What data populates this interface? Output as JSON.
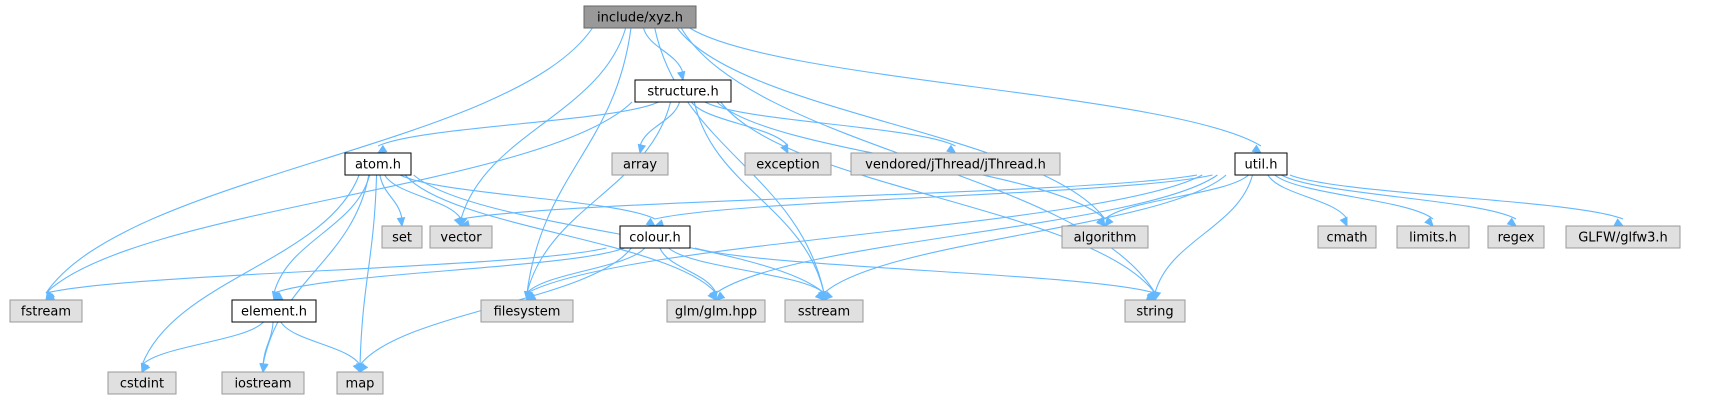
{
  "colors": {
    "root_fill": "#999999",
    "root_stroke": "#666666",
    "header_fill": "#ffffff",
    "header_stroke": "#000000",
    "system_fill": "#e0e0e0",
    "system_stroke": "#999999",
    "edge": "#63b8ff"
  },
  "nodes": [
    {
      "id": "xyz",
      "label": "include/xyz.h",
      "kind": "root"
    },
    {
      "id": "structure",
      "label": "structure.h",
      "kind": "header"
    },
    {
      "id": "util",
      "label": "util.h",
      "kind": "header"
    },
    {
      "id": "atom",
      "label": "atom.h",
      "kind": "header"
    },
    {
      "id": "colour",
      "label": "colour.h",
      "kind": "header"
    },
    {
      "id": "element",
      "label": "element.h",
      "kind": "header"
    },
    {
      "id": "array",
      "label": "array",
      "kind": "system"
    },
    {
      "id": "exception",
      "label": "exception",
      "kind": "system"
    },
    {
      "id": "jthread",
      "label": "vendored/jThread/jThread.h",
      "kind": "system"
    },
    {
      "id": "set",
      "label": "set",
      "kind": "system"
    },
    {
      "id": "vector",
      "label": "vector",
      "kind": "system"
    },
    {
      "id": "algorithm",
      "label": "algorithm",
      "kind": "system"
    },
    {
      "id": "cmath",
      "label": "cmath",
      "kind": "system"
    },
    {
      "id": "limits",
      "label": "limits.h",
      "kind": "system"
    },
    {
      "id": "regex",
      "label": "regex",
      "kind": "system"
    },
    {
      "id": "glfw",
      "label": "GLFW/glfw3.h",
      "kind": "system"
    },
    {
      "id": "fstream",
      "label": "fstream",
      "kind": "system"
    },
    {
      "id": "filesystem",
      "label": "filesystem",
      "kind": "system"
    },
    {
      "id": "glm",
      "label": "glm/glm.hpp",
      "kind": "system"
    },
    {
      "id": "sstream",
      "label": "sstream",
      "kind": "system"
    },
    {
      "id": "string",
      "label": "string",
      "kind": "system"
    },
    {
      "id": "cstdint",
      "label": "cstdint",
      "kind": "system"
    },
    {
      "id": "iostream",
      "label": "iostream",
      "kind": "system"
    },
    {
      "id": "map",
      "label": "map",
      "kind": "system"
    }
  ],
  "edges": [
    [
      "xyz",
      "structure"
    ],
    [
      "xyz",
      "util"
    ],
    [
      "xyz",
      "vector"
    ],
    [
      "xyz",
      "algorithm"
    ],
    [
      "xyz",
      "fstream"
    ],
    [
      "xyz",
      "filesystem"
    ],
    [
      "xyz",
      "sstream"
    ],
    [
      "xyz",
      "string"
    ],
    [
      "structure",
      "atom"
    ],
    [
      "structure",
      "array"
    ],
    [
      "structure",
      "exception"
    ],
    [
      "structure",
      "jthread"
    ],
    [
      "structure",
      "fstream"
    ],
    [
      "structure",
      "filesystem"
    ],
    [
      "structure",
      "sstream"
    ],
    [
      "structure",
      "string"
    ],
    [
      "structure",
      "algorithm"
    ],
    [
      "atom",
      "set"
    ],
    [
      "atom",
      "vector"
    ],
    [
      "atom",
      "colour"
    ],
    [
      "atom",
      "element"
    ],
    [
      "atom",
      "cstdint"
    ],
    [
      "atom",
      "iostream"
    ],
    [
      "atom",
      "map"
    ],
    [
      "atom",
      "glm"
    ],
    [
      "atom",
      "sstream"
    ],
    [
      "util",
      "vector"
    ],
    [
      "util",
      "algorithm"
    ],
    [
      "util",
      "cmath"
    ],
    [
      "util",
      "limits"
    ],
    [
      "util",
      "regex"
    ],
    [
      "util",
      "glfw"
    ],
    [
      "util",
      "filesystem"
    ],
    [
      "util",
      "glm"
    ],
    [
      "util",
      "sstream"
    ],
    [
      "util",
      "string"
    ],
    [
      "util",
      "colour"
    ],
    [
      "colour",
      "fstream"
    ],
    [
      "colour",
      "element"
    ],
    [
      "colour",
      "filesystem"
    ],
    [
      "colour",
      "glm"
    ],
    [
      "colour",
      "sstream"
    ],
    [
      "colour",
      "string"
    ],
    [
      "colour",
      "map"
    ],
    [
      "element",
      "cstdint"
    ],
    [
      "element",
      "iostream"
    ],
    [
      "element",
      "map"
    ]
  ]
}
